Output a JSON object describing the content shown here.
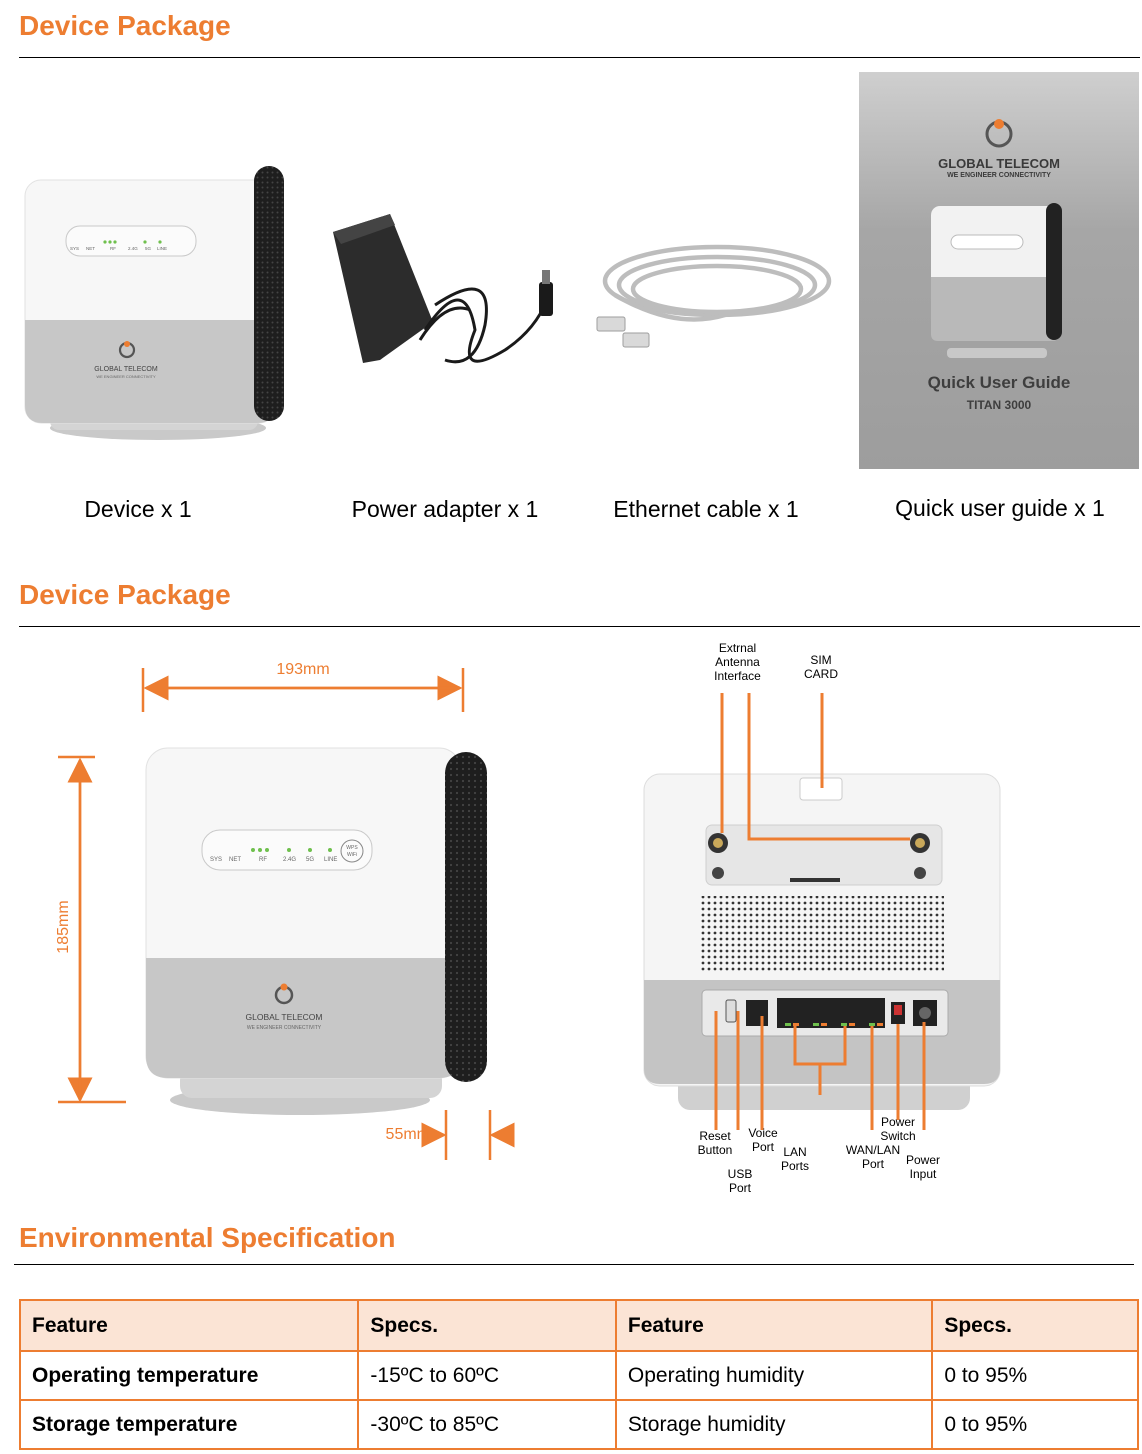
{
  "sections": {
    "package_title": "Device Package",
    "dimensions_title": "Device Package",
    "env_title": "Environmental Specification"
  },
  "package_items": [
    {
      "caption": "Device x 1",
      "icon": "router-image"
    },
    {
      "caption": "Power adapter x 1",
      "icon": "power-adapter-image"
    },
    {
      "caption": "Ethernet cable x 1",
      "icon": "ethernet-cable-image"
    },
    {
      "caption": "Quick user guide x 1",
      "icon": "quick-guide-image"
    }
  ],
  "brand": {
    "name": "GLOBAL TELECOM",
    "tagline": "WE ENGINEER CONNECTIVITY",
    "accent_color": "#ed7d31"
  },
  "guide": {
    "title": "Quick User Guide",
    "model": "TITAN 3000"
  },
  "router_leds": [
    "SYS",
    "NET",
    "RF",
    "2.4G",
    "5G",
    "LINE"
  ],
  "router_button": [
    "WPS",
    "WiFi"
  ],
  "dimensions": {
    "width": "193mm",
    "height": "185mm",
    "depth": "55mm"
  },
  "rear_labels": {
    "antenna": [
      "Extrnal",
      "Antenna",
      "Interface"
    ],
    "sim": [
      "SIM",
      "CARD"
    ],
    "reset": [
      "Reset",
      "Button"
    ],
    "usb": [
      "USB",
      "Port"
    ],
    "voice": [
      "Voice",
      "Port"
    ],
    "lan": [
      "LAN",
      "Ports"
    ],
    "wanlan": [
      "WAN/LAN",
      "Port"
    ],
    "power_switch": [
      "Power",
      "Switch"
    ],
    "power_input": [
      "Power",
      "Input"
    ]
  },
  "spec_table": {
    "headers": [
      "Feature",
      "Specs.",
      "Feature",
      "Specs."
    ],
    "rows": [
      [
        "Operating temperature",
        "-15ºC to 60ºC",
        "Operating humidity",
        "0 to 95%"
      ],
      [
        "Storage temperature",
        "-30ºC to 85ºC",
        "Storage humidity",
        "0 to 95%"
      ]
    ]
  }
}
